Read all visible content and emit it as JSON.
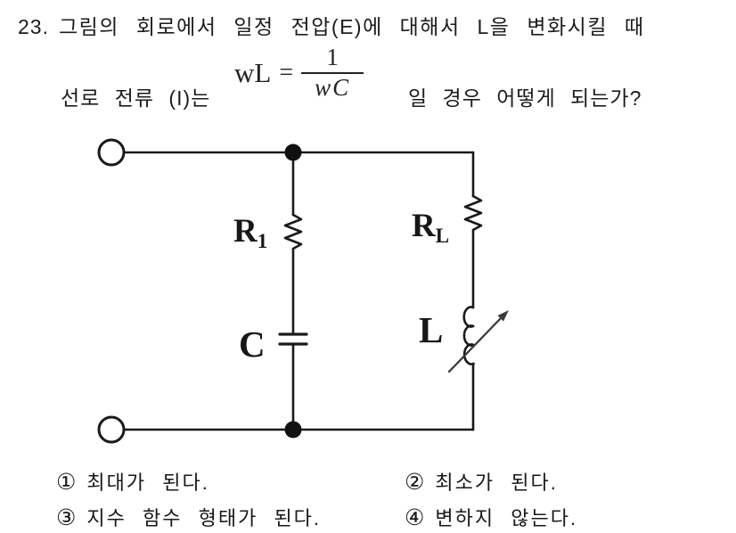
{
  "page": {
    "background": "#ffffff",
    "ink": "#1c1c1c"
  },
  "question": {
    "number": "23.",
    "line1": "그림의 회로에서 일정 전압(E)에 대해서 L을 변화시킬 때",
    "line2_prefix": "선로 전류 (I)는",
    "line2_suffix": "일 경우 어떻게 되는가?",
    "formula": {
      "lhs": "wL",
      "equals": "=",
      "numerator": "1",
      "denominator": "wC"
    }
  },
  "circuit": {
    "labels": {
      "r1_base": "R",
      "r1_sub": "1",
      "rl_base": "R",
      "rl_sub": "L",
      "c": "C",
      "l": "L"
    }
  },
  "choices": [
    {
      "num": "①",
      "text": "최대가 된다."
    },
    {
      "num": "②",
      "text": "최소가 된다."
    },
    {
      "num": "③",
      "text": "지수 함수 형태가 된다."
    },
    {
      "num": "④",
      "text": "변하지 않는다."
    }
  ]
}
